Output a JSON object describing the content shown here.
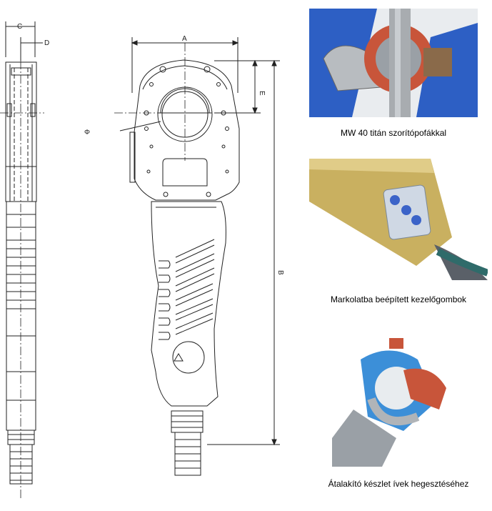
{
  "dimensions": {
    "c": "C",
    "d": "D",
    "a": "A",
    "e": "E",
    "b": "B",
    "phi": "Φ"
  },
  "photos": [
    {
      "caption": "MW 40 titán szorítópofákkal"
    },
    {
      "caption": "Markolatba beépített kezelőgombok"
    },
    {
      "caption": "Átalakító készlet ívek hegesztéséhez"
    }
  ],
  "colors": {
    "blue": "#2d5fc4",
    "copper": "#c8553a",
    "gold": "#c9b060",
    "steel": "#a8acb0"
  }
}
